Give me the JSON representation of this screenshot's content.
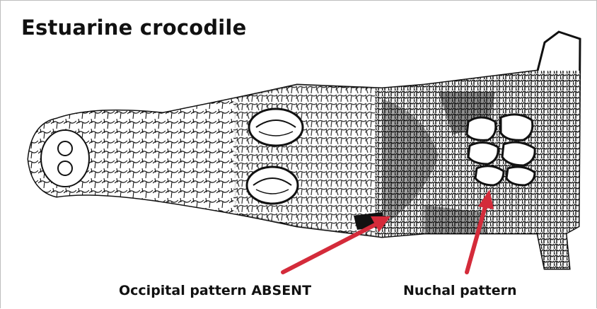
{
  "title": "Estuarine crocodile",
  "labels": {
    "occipital": "Occipital pattern ABSENT",
    "nuchal": "Nuchal pattern"
  },
  "colors": {
    "arrow": "#d42b3a",
    "ink": "#111111",
    "frame": "#bdbdbd"
  }
}
